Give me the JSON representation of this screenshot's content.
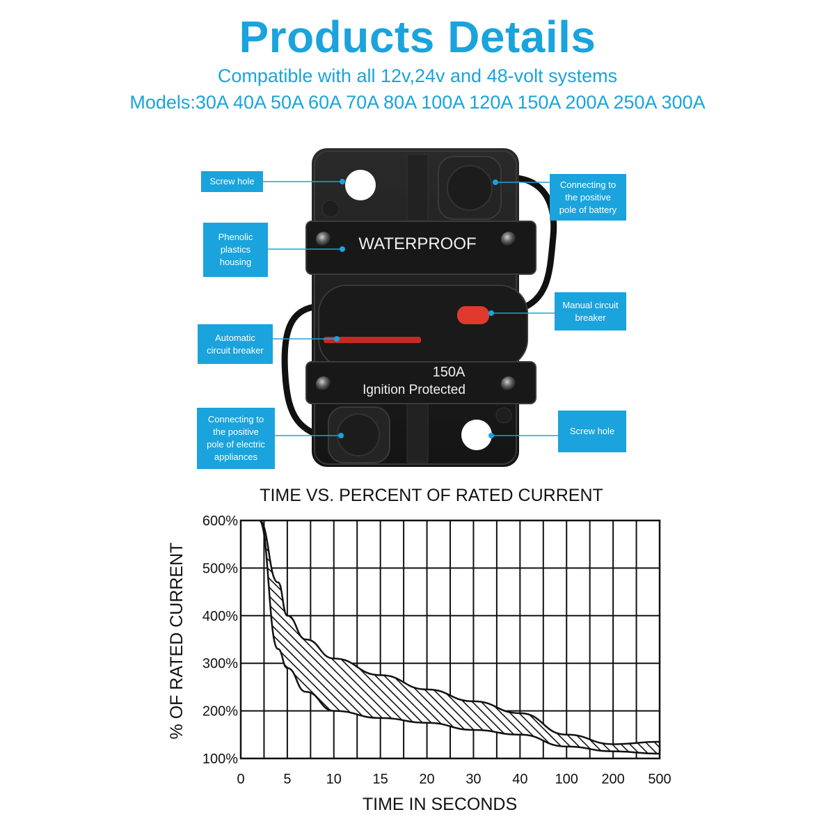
{
  "header": {
    "title": "Products Details",
    "subtitle_line1": "Compatible with all 12v,24v and 48-volt systems",
    "subtitle_line2": "Models:30A 40A 50A 60A 70A 80A 100A 120A 150A 200A 250A 300A"
  },
  "device": {
    "top_label": "WATERPROOF",
    "rating": "150A",
    "protection": "Ignition Protected",
    "colors": {
      "accent": "#1aa3dc",
      "body": "#1c1c1c",
      "red": "#e03a2e"
    }
  },
  "callouts": {
    "screw_hole_top": "Screw hole",
    "phenolic": "Phenolic\nplastics\nhousing",
    "automatic": "Automatic\ncircuit breaker",
    "connect_appliances": "Connecting to\nthe positive\npole of electric\nappliances",
    "connect_battery": "Connecting to\nthe positive\npole of battery",
    "manual": "Manual circuit\nbreaker",
    "screw_hole_bottom": "Screw hole"
  },
  "chart_data": {
    "type": "area",
    "title": "TIME VS. PERCENT OF RATED CURRENT",
    "xlabel": "TIME IN SECONDS",
    "ylabel": "% OF RATED CURRENT",
    "x_ticks": [
      "0",
      "5",
      "10",
      "15",
      "20",
      "30",
      "40",
      "100",
      "200",
      "500"
    ],
    "y_ticks": [
      "100%",
      "200%",
      "300%",
      "400%",
      "500%",
      "600%"
    ],
    "ylim": [
      100,
      600
    ],
    "grid": true,
    "series": [
      {
        "x": [
          "2",
          "4",
          "5",
          "7",
          "10",
          "15",
          "20",
          "30",
          "40",
          "100",
          "200",
          "500"
        ],
        "lower": [
          600,
          330,
          290,
          240,
          200,
          185,
          175,
          160,
          150,
          125,
          115,
          110
        ],
        "upper": [
          600,
          470,
          400,
          350,
          310,
          275,
          245,
          220,
          195,
          150,
          130,
          135
        ]
      }
    ]
  }
}
